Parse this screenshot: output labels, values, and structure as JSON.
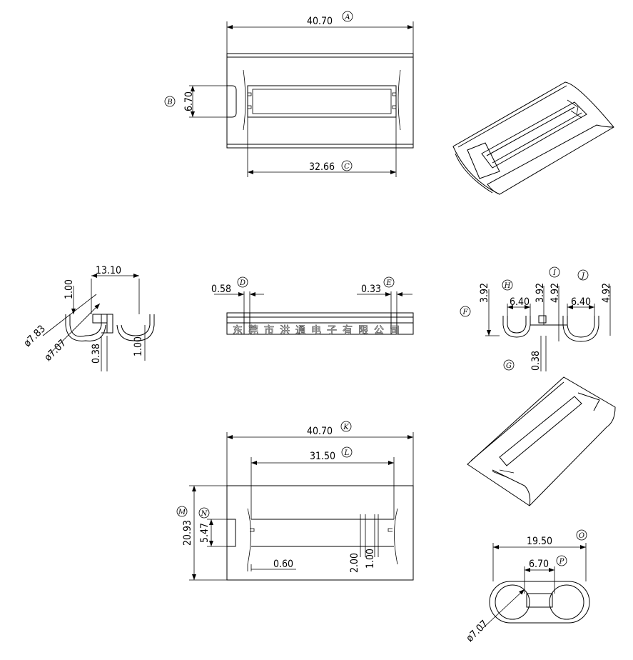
{
  "dims": {
    "top_width": "40.70",
    "top_slot": "32.66",
    "top_tab": "6.70",
    "left_width": "13.10",
    "left_top": "1.00",
    "left_dia1": "ø7.83",
    "left_dia2": "ø7.07",
    "left_thk": "0.38",
    "left_r": "1.00",
    "front_left": "0.58",
    "front_right": "0.33",
    "right_h1": "3.92",
    "right_w1": "6.40",
    "right_h2": "3.92",
    "right_h3": "4.92",
    "right_w2": "6.40",
    "right_h4": "4.92",
    "right_thk": "0.38",
    "bot_width": "40.70",
    "bot_slot": "31.50",
    "bot_h": "20.93",
    "bot_tab": "5.47",
    "bot_gap": "0.60",
    "bot_s1": "2.00",
    "bot_s2": "1.00",
    "end_width": "19.50",
    "end_tab": "6.70",
    "end_dia": "ø7.07"
  },
  "labels": {
    "A": "A",
    "B": "B",
    "C": "C",
    "D": "D",
    "E": "E",
    "F": "F",
    "G": "G",
    "H": "H",
    "I": "I",
    "J": "J",
    "K": "K",
    "L": "L",
    "M": "M",
    "N": "N",
    "O": "O",
    "P": "P"
  },
  "watermark": "东莞市洪通电子有限公司"
}
